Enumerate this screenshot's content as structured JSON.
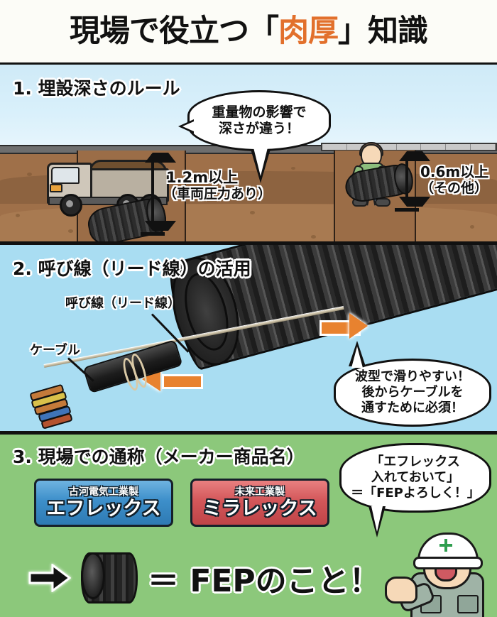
{
  "title": {
    "prefix": "現場で役立つ「",
    "highlight": "肉厚",
    "suffix": "」知識",
    "highlight_color": "#e2702c"
  },
  "section1": {
    "heading": "1. 埋設深さのルール",
    "bubble": "重量物の影響で\n深さが違う！",
    "bubble_line1": "重量物の影響で",
    "bubble_line2": "深さが違う！",
    "measure_left_line1": "1.2m以上",
    "measure_left_line2": "（車両圧力あり）",
    "measure_right_line1": "0.6m以上",
    "measure_right_line2": "（その他）",
    "sky_color": "#cfeaf7",
    "soil_color": "#9f7049"
  },
  "section2": {
    "heading": "2. 呼び線（リード線）の活用",
    "label_lead_wire": "呼び線（リード線）",
    "label_cable": "ケーブル",
    "bubble_line1": "波型で滑りやすい！",
    "bubble_line2": "後からケーブルを",
    "bubble_line3": "通すために必須！",
    "background_color": "#a9ddf2",
    "arrow_color": "#e8822f"
  },
  "section3": {
    "heading": "3. 現場での通称（メーカー商品名）",
    "background_color": "#8cc87b",
    "products": [
      {
        "maker": "古河電気工業製",
        "brand": "エフレックス",
        "color": "#3d8fca"
      },
      {
        "maker": "未来工業製",
        "brand": "ミラレックス",
        "color": "#d3575a"
      }
    ],
    "worker_bubble_line1": "「エフレックス",
    "worker_bubble_line2": "入れておいて」",
    "worker_bubble_line3": "＝「FEPよろしく！」",
    "conclusion": "＝ FEPのこと！"
  }
}
